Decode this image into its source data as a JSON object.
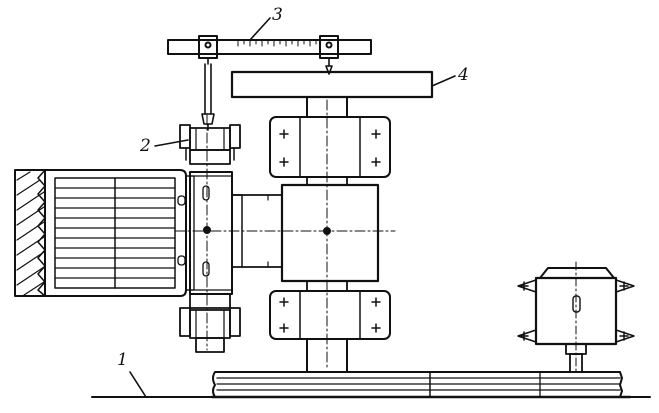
{
  "labels": {
    "base": "1",
    "indicator": "2",
    "ruler": "3",
    "bar": "4"
  },
  "colors": {
    "ink": "#111111",
    "paper": "#ffffff"
  }
}
